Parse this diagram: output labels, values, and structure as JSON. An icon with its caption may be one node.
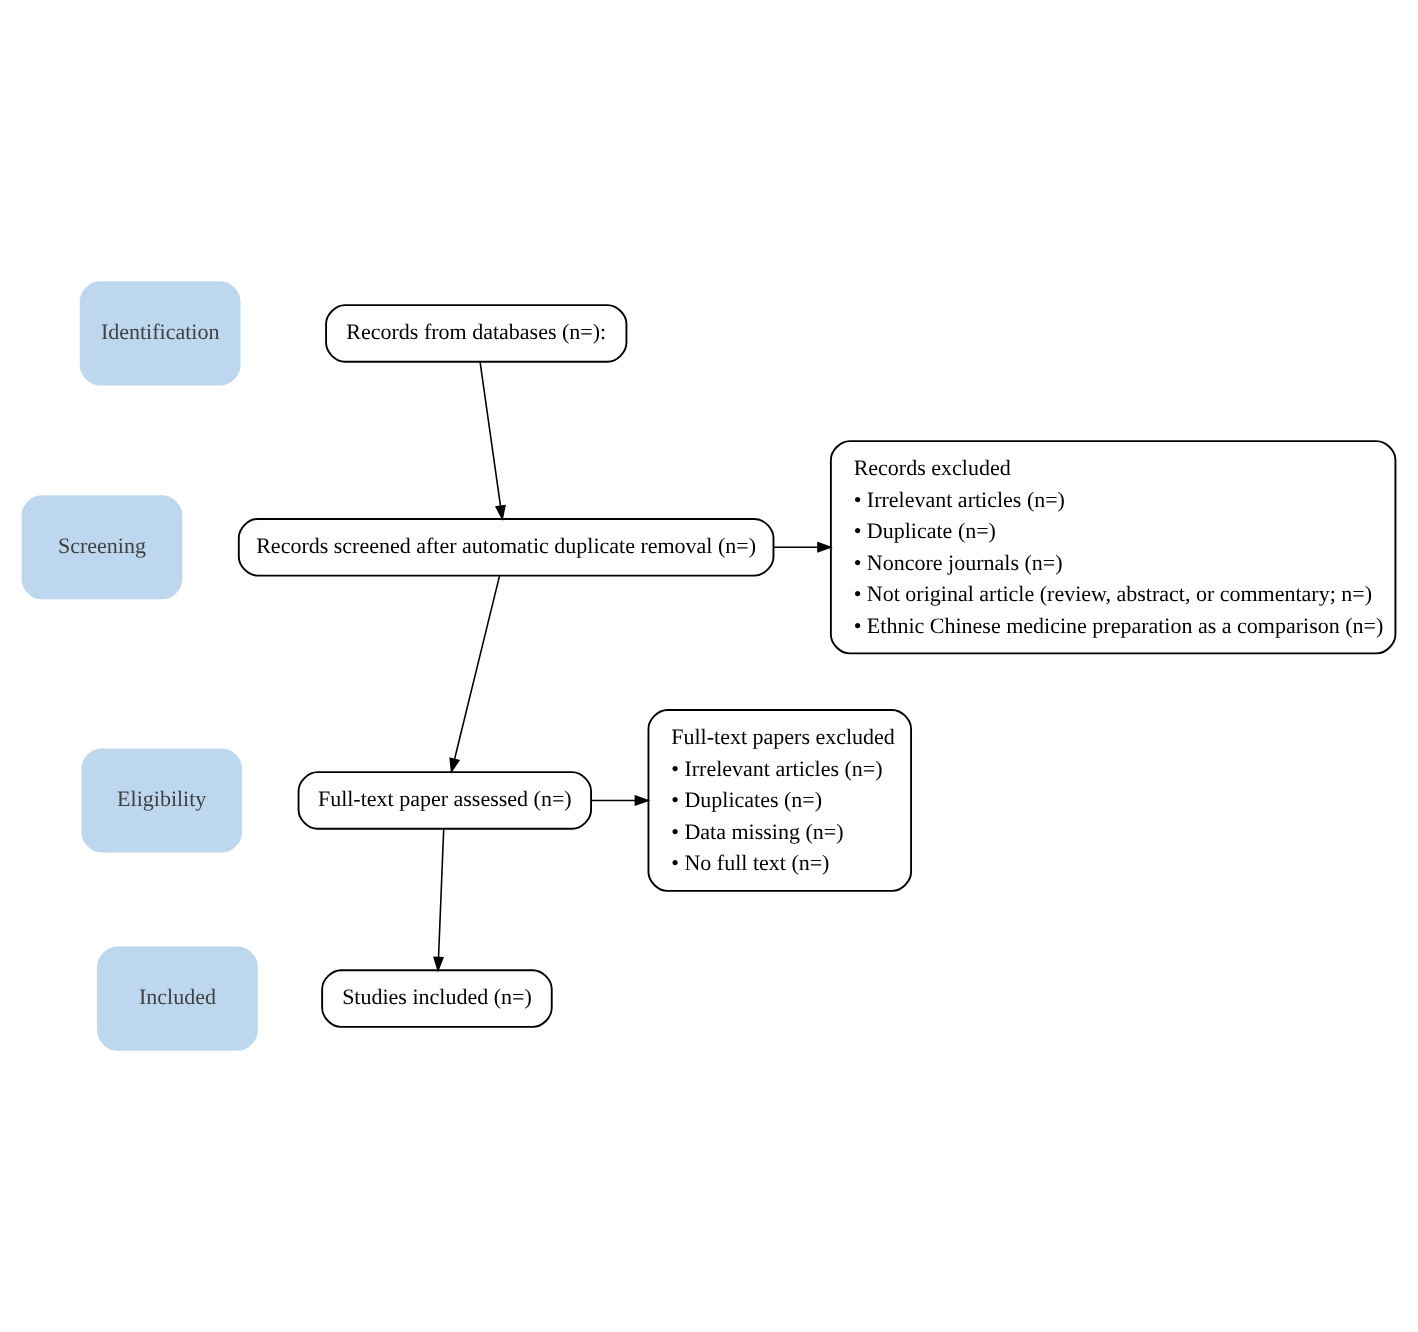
{
  "diagram": {
    "nodes": [
      {
        "text": [
          "Identification"
        ]
      },
      {
        "text": [
          "Screening"
        ]
      },
      {
        "text": [
          "Eligibility"
        ]
      },
      {
        "text": [
          "Included"
        ]
      },
      {
        "text": [
          "Records from databases (n=):"
        ]
      },
      {
        "text": [
          "Records screened after automatic duplicate removal (n=)"
        ]
      },
      {
        "text": [
          "Records excluded",
          "• Irrelevant articles (n=)",
          "• Duplicate (n=)",
          "• Noncore journals (n=)",
          "• Not original article (review, abstract, or commentary; n=)",
          "• Ethnic Chinese medicine preparation as a comparison (n=)"
        ]
      },
      {
        "text": [
          "Full-text paper assessed (n=)"
        ]
      },
      {
        "text": [
          "Full-text papers excluded",
          "• Irrelevant articles (n=)",
          "• Duplicates (n=)",
          "• Data missing (n=)",
          "• No full text (n=)"
        ]
      },
      {
        "text": [
          "Studies included (n=)"
        ]
      }
    ],
    "edges": [
      {
        "from": 4,
        "to": 5,
        "arrow": "to"
      },
      {
        "from": 5,
        "to": 6,
        "arrow": "to"
      },
      {
        "from": 5,
        "to": 7,
        "arrow": "to"
      },
      {
        "from": 7,
        "to": 8,
        "arrow": "to"
      },
      {
        "from": 7,
        "to": 9,
        "arrow": "to"
      }
    ]
  }
}
